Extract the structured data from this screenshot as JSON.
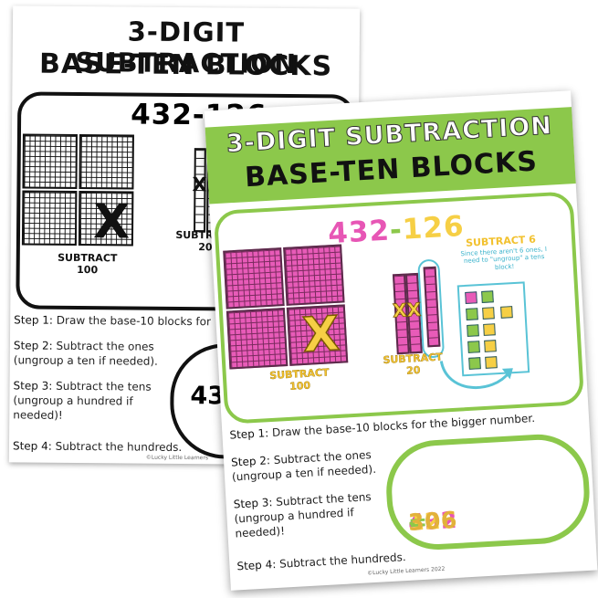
{
  "back": {
    "title_line1": "3-DIGIT SUBTRACTION",
    "title_line2": "BASE-TEN BLOCKS",
    "equation": "432-126",
    "x_mark": "X",
    "rod_x": "XX",
    "label_hundreds_1": "SUBTRACT",
    "label_hundreds_2": "100",
    "label_tens_1": "SUBTRACT",
    "label_tens_2": "20",
    "steps": [
      {
        "label": "Step 1:",
        "text": "Draw the base-10 blocks for"
      },
      {
        "label": "Step 2:",
        "text": "Subtract the ones",
        "text2": "(ungroup a ten if needed)."
      },
      {
        "label": "Step 3:",
        "text": "Subtract the tens",
        "text2": "(ungroup a hundred if",
        "text3": "needed)!"
      },
      {
        "label": "Step 4:",
        "text": "Subtract the hundreds."
      }
    ],
    "cloud_text": "43",
    "credit": "©Lucky Little Learners"
  },
  "front": {
    "title_line1": "3-DIGIT SUBTRACTION",
    "title_line2": "BASE-TEN BLOCKS",
    "equation_a": "432",
    "equation_dash": "-",
    "equation_b": "126",
    "x_mark": "X",
    "rod_x": "XX",
    "label_hundreds_1": "SUBTRACT",
    "label_hundreds_2": "100",
    "label_tens_1": "SUBTRACT",
    "label_tens_2": "20",
    "subtract6": "SUBTRACT 6",
    "ones_note": "Since there aren't 6 ones, I need to \"ungroup\" a tens block!",
    "steps": [
      {
        "label": "Step 1:",
        "text": "Draw the base-10 blocks for the bigger number."
      },
      {
        "label": "Step 2:",
        "text": "Subtract the ones",
        "text2": "(ungroup a ten if needed)."
      },
      {
        "label": "Step 3:",
        "text": "Subtract the tens",
        "text2": "(ungroup a hundred if",
        "text3": "needed)!"
      },
      {
        "label": "Step 4:",
        "text": "Subtract the hundreds."
      }
    ],
    "cloud": {
      "a": "432",
      "m": "-",
      "b": "126",
      "e": "=",
      "r": "306"
    },
    "credit": "©Lucky Little Learners 2022",
    "colors": {
      "green": "#8cc84b",
      "pink": "#e85bb8",
      "yellow": "#f6cf45",
      "teal": "#59c3d6"
    }
  }
}
